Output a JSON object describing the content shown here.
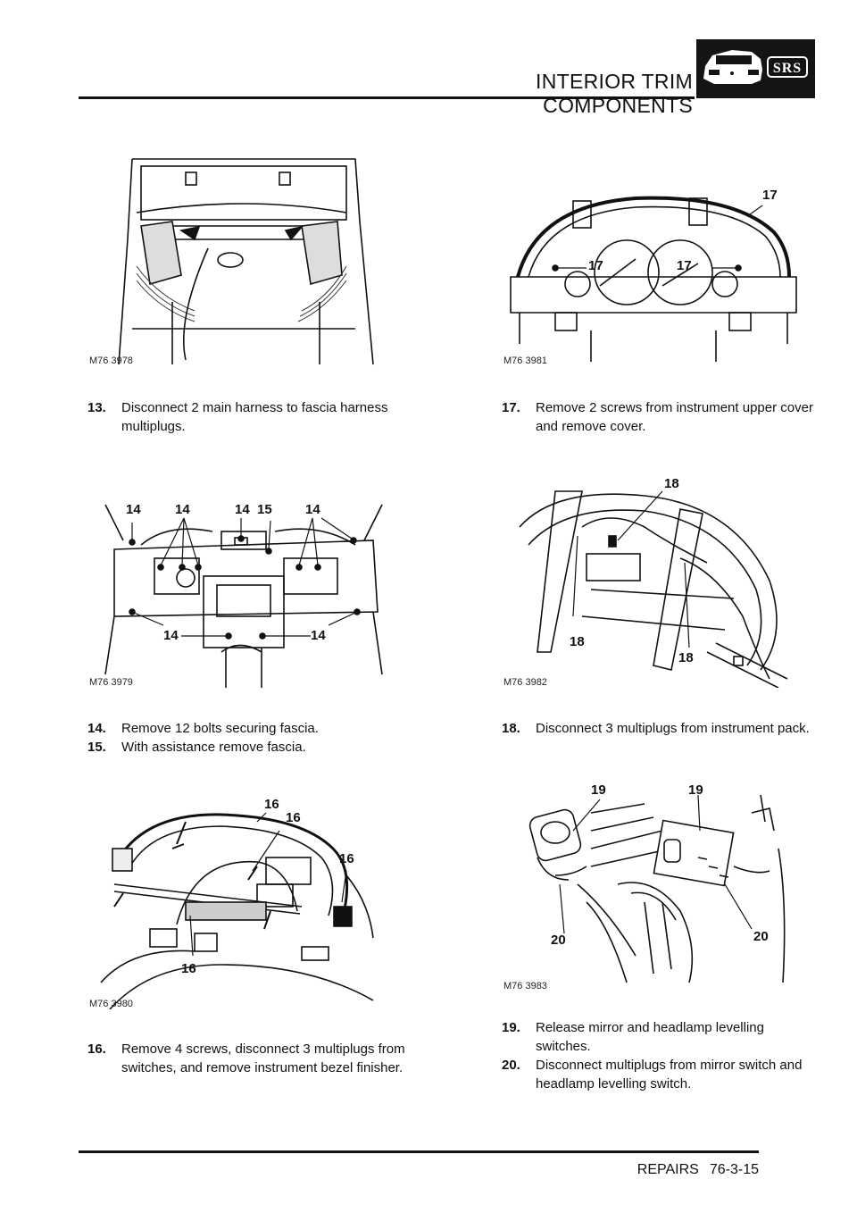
{
  "header": {
    "title": "INTERIOR TRIM COMPONENTS",
    "badge": "SRS"
  },
  "figures": [
    {
      "code": "M76 3978",
      "callouts": []
    },
    {
      "code": "M76 3981",
      "callouts": [
        "17",
        "17",
        "17"
      ]
    },
    {
      "code": "M76 3979",
      "callouts": [
        "14",
        "14",
        "14",
        "15",
        "14",
        "14",
        "14"
      ]
    },
    {
      "code": "M76 3982",
      "callouts": [
        "18",
        "18",
        "18"
      ]
    },
    {
      "code": "M76 3980",
      "callouts": [
        "16",
        "16",
        "16",
        "16"
      ]
    },
    {
      "code": "M76 3983",
      "callouts": [
        "19",
        "19",
        "20",
        "20"
      ]
    }
  ],
  "steps": [
    {
      "num": "13.",
      "text": "Disconnect 2 main harness to fascia harness multiplugs."
    },
    {
      "num": "14.",
      "text": "Remove 12 bolts securing fascia."
    },
    {
      "num": "15.",
      "text": "With assistance remove fascia."
    },
    {
      "num": "16.",
      "text": "Remove 4 screws, disconnect 3 multiplugs from switches, and remove instrument bezel finisher."
    },
    {
      "num": "17.",
      "text": "Remove 2 screws from instrument upper cover and remove cover."
    },
    {
      "num": "18.",
      "text": "Disconnect 3 multiplugs from instrument pack."
    },
    {
      "num": "19.",
      "text": "Release mirror and headlamp levelling switches."
    },
    {
      "num": "20.",
      "text": "Disconnect multiplugs from mirror switch and headlamp levelling switch."
    }
  ],
  "footer": {
    "section": "REPAIRS",
    "page": "76-3-15"
  }
}
